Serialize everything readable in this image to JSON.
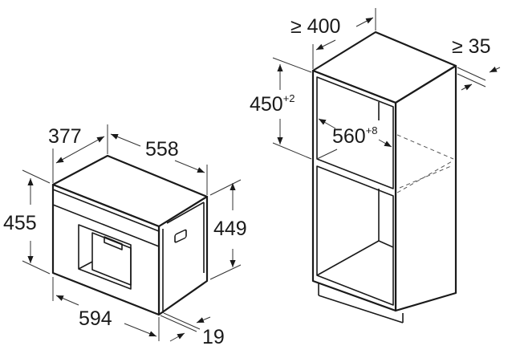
{
  "appliance": {
    "depth": "377",
    "width_top": "558",
    "height_front": "455",
    "height_side": "449",
    "width_front": "594",
    "panel_offset": "19"
  },
  "cabinet": {
    "min_depth": "≥ 400",
    "min_gap": "≥ 35",
    "niche_height": "450",
    "niche_height_tolerance": "+2",
    "niche_width": "560",
    "niche_width_tolerance": "+8"
  }
}
